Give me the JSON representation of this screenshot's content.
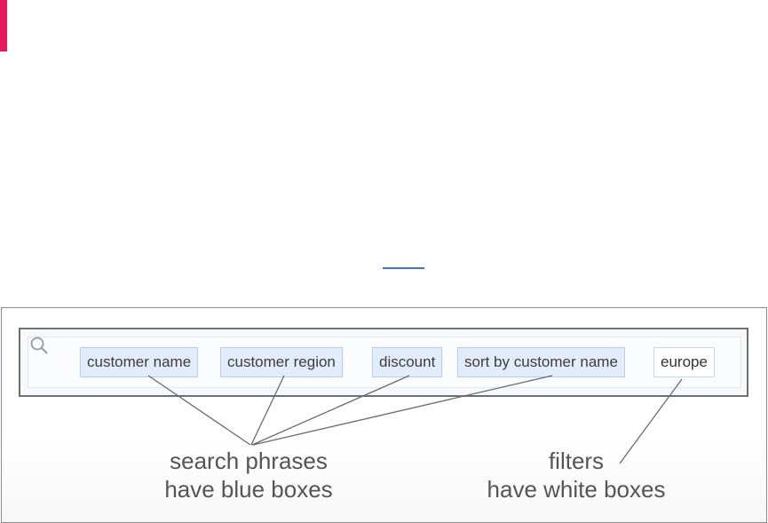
{
  "search": {
    "icon": "search-icon",
    "chips": [
      {
        "label": "customer name",
        "kind": "search-phrase"
      },
      {
        "label": "customer region",
        "kind": "search-phrase"
      },
      {
        "label": "discount",
        "kind": "search-phrase"
      },
      {
        "label": "sort by customer name",
        "kind": "search-phrase"
      },
      {
        "label": "europe",
        "kind": "filter"
      }
    ]
  },
  "annotations": {
    "search_line1": "search phrases",
    "search_line2": "have blue boxes",
    "filters_line1": "filters",
    "filters_line2": "have white boxes"
  },
  "colors": {
    "accent": "#e8175d",
    "search_phrase_fill": "#e2ecfb",
    "search_phrase_border": "#b6cdf0",
    "filter_fill": "#ffffff",
    "link": "#3a78d4"
  }
}
